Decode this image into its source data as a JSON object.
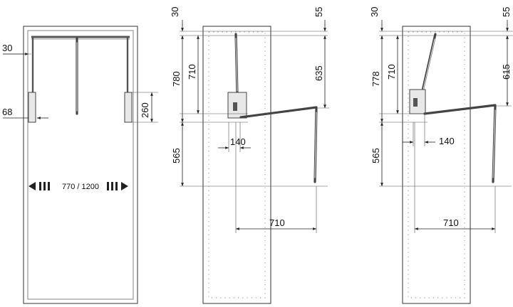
{
  "view1": {
    "dim_top_offset": "30",
    "dim_bracket_height": "260",
    "dim_side_gap": "68",
    "width_range": "770 / 1200",
    "arrow_left_icon": "arrow-left-icon",
    "arrow_right_icon": "arrow-right-icon"
  },
  "view2": {
    "dim_top_left": "30",
    "dim_top_right": "55",
    "dim_780": "780",
    "dim_710_v": "710",
    "dim_635": "635",
    "dim_565": "565",
    "dim_140": "140",
    "dim_710_h": "710"
  },
  "view3": {
    "dim_top_left": "30",
    "dim_top_right": "55",
    "dim_778": "778",
    "dim_710_v": "710",
    "dim_615": "615",
    "dim_565": "565",
    "dim_140": "140",
    "dim_710_h": "710"
  },
  "colors": {
    "line": "#555555",
    "arm": "#444444",
    "text": "#111111"
  }
}
